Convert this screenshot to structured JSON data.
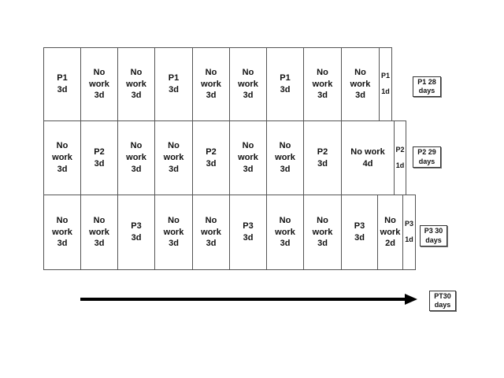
{
  "rows": [
    {
      "cells": [
        {
          "text": "P1\n3d"
        },
        {
          "text": "No\nwork\n3d"
        },
        {
          "text": "No\nwork\n3d"
        },
        {
          "text": "P1\n3d"
        },
        {
          "text": "No\nwork\n3d"
        },
        {
          "text": "No\nwork\n3d"
        },
        {
          "text": "P1\n3d"
        },
        {
          "text": "No\nwork\n3d"
        },
        {
          "text": "No\nwork\n3d"
        },
        {
          "text": "P1\n1d"
        }
      ],
      "label": "P1 28\ndays"
    },
    {
      "cells": [
        {
          "text": "No\nwork\n3d"
        },
        {
          "text": "P2\n3d"
        },
        {
          "text": "No\nwork\n3d"
        },
        {
          "text": "No\nwork\n3d"
        },
        {
          "text": "P2\n3d"
        },
        {
          "text": "No\nwork\n3d"
        },
        {
          "text": "No\nwork\n3d"
        },
        {
          "text": "P2\n3d"
        },
        {
          "text": "No work\n4d"
        },
        {
          "text": "P2\n1d"
        }
      ],
      "label": "P2 29\ndays"
    },
    {
      "cells": [
        {
          "text": "No\nwork\n3d"
        },
        {
          "text": "No\nwork\n3d"
        },
        {
          "text": "P3\n3d"
        },
        {
          "text": "No\nwork\n3d"
        },
        {
          "text": "No\nwork\n3d"
        },
        {
          "text": "P3\n3d"
        },
        {
          "text": "No\nwork\n3d"
        },
        {
          "text": "No\nwork\n3d"
        },
        {
          "text": "P3\n3d"
        },
        {
          "text": "No\nwork\n2d"
        },
        {
          "text": "P3\n1d"
        }
      ],
      "label": "P3 30\ndays"
    }
  ],
  "timeline": {
    "label": "PT30\ndays"
  }
}
